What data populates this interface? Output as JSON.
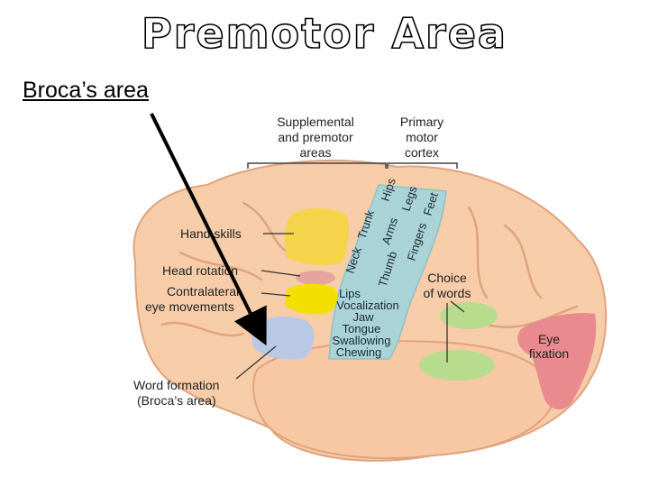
{
  "title": "Premotor Area",
  "subtitle": "Broca’s area",
  "diagram": {
    "header_labels": {
      "supplemental": [
        "Supplemental",
        "and premotor",
        "areas"
      ],
      "primary": [
        "Primary",
        "motor",
        "cortex"
      ]
    },
    "side_labels": {
      "hand_skills": "Hand skills",
      "head_rotation": "Head rotation",
      "eye_movements": [
        "Contralateral",
        "eye movements"
      ],
      "word_formation": [
        "Word formation",
        "(Broca’s area)"
      ],
      "choice_of_words": [
        "Choice",
        "of words"
      ],
      "eye_fixation": [
        "Eye",
        "fixation"
      ]
    },
    "motor_body_parts": [
      "Hips",
      "Legs",
      "Feet",
      "Trunk",
      "Arms",
      "Neck",
      "Fingers",
      "Thumb"
    ],
    "motor_lower_parts": [
      "Lips",
      "Vocalization",
      "Jaw",
      "Tongue",
      "Swallowing",
      "Chewing"
    ],
    "colors": {
      "brain": "#f7cda9",
      "gyrus_line": "#e0a37e",
      "motor_strip": "#a9d3d6",
      "hand_skills_area": "#f5d34a",
      "head_rotation_area": "#e5a49e",
      "eye_movement_area": "#f3e000",
      "broca_area": "#b9c9e5",
      "word_choice_area": "#b8dc8e",
      "eye_fixation_area": "#e88a8e"
    }
  }
}
